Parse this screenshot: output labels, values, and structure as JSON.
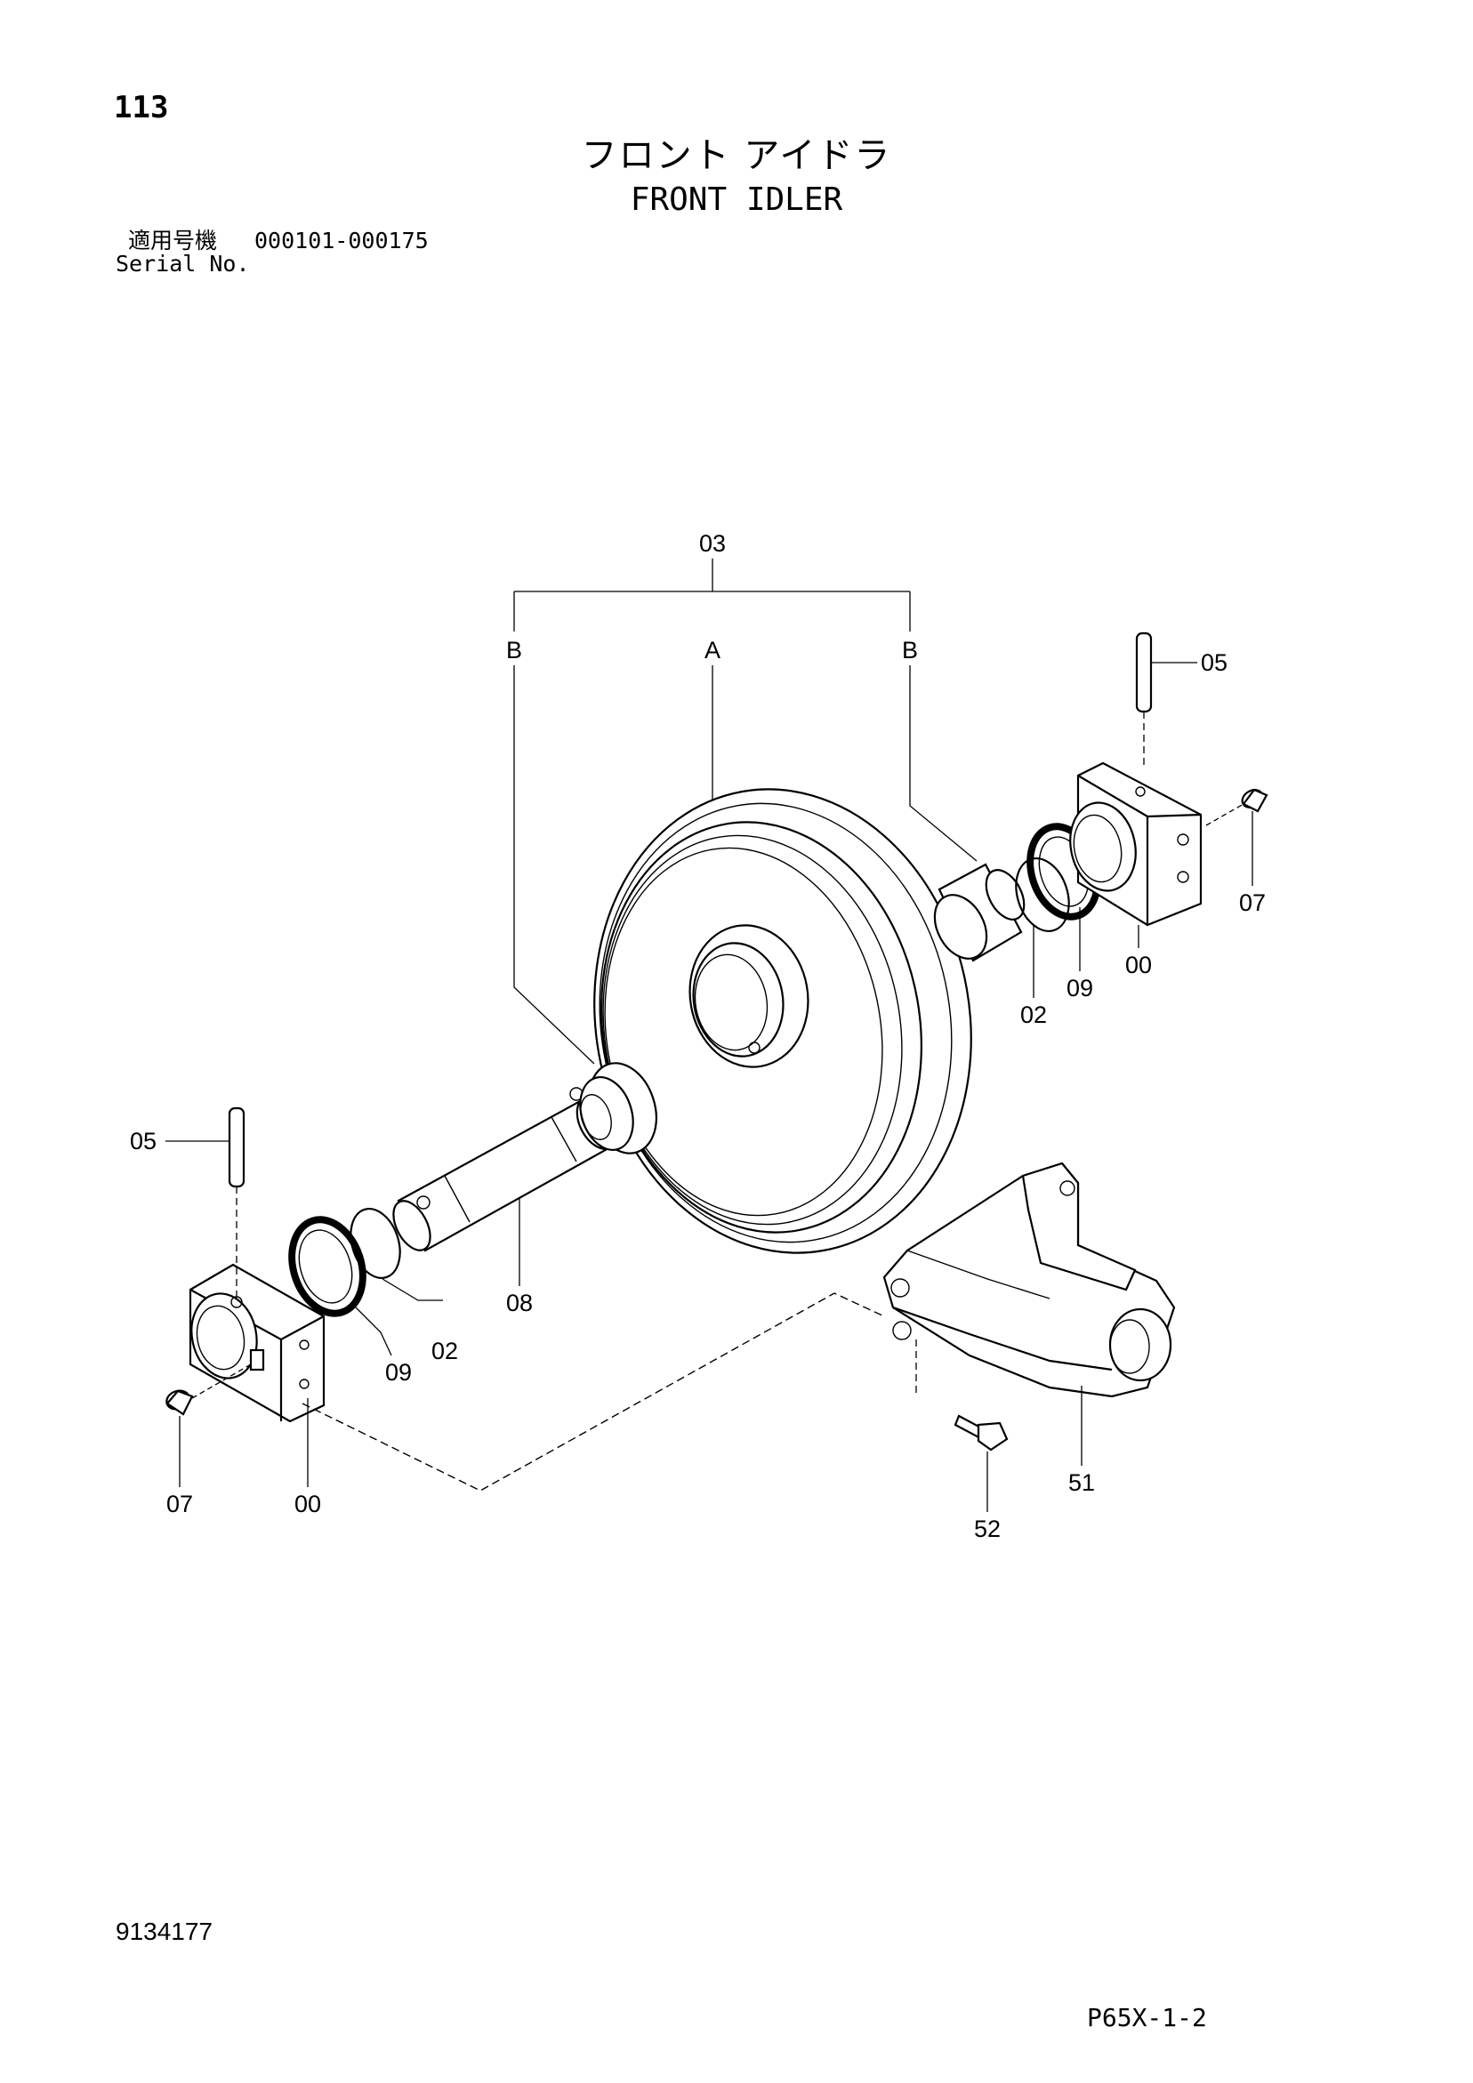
{
  "header": {
    "page_number": "113",
    "title_jp": "フロント アイドラ",
    "title_en": "FRONT IDLER",
    "serial_label_jp": "適用号機",
    "serial_range": "000101-000175",
    "serial_label_en": "Serial No."
  },
  "footer": {
    "doc_number": "9134177",
    "page_code": "P65X-1-2"
  },
  "callouts": {
    "c03": "03",
    "cB_left": "B",
    "cA": "A",
    "cB_right": "B",
    "c05_right": "05",
    "c07_right": "07",
    "c00_right": "00",
    "c09_right": "09",
    "c02_right": "02",
    "c05_left": "05",
    "c08": "08",
    "c02_left": "02",
    "c09_left": "09",
    "c07_left": "07",
    "c00_left": "00",
    "c51": "51",
    "c52": "52"
  }
}
